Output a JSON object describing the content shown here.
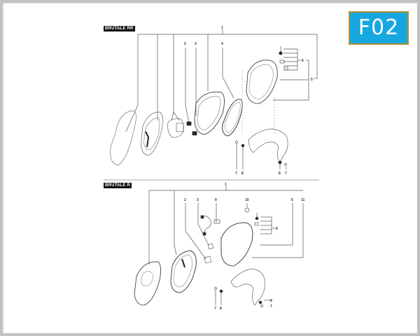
{
  "badge": {
    "code": "F02",
    "bg_color": "#17a7e0",
    "border_color": "#b8902e"
  },
  "sections": [
    {
      "title": "BRUTALE RR",
      "assembly_label": "1",
      "callouts": [
        "2",
        "3",
        "4",
        "5",
        "6",
        "7",
        "8",
        "8",
        "7"
      ]
    },
    {
      "title": "BRUTALE R",
      "assembly_label": "1",
      "callouts": [
        "2",
        "3",
        "9",
        "10",
        "5",
        "11",
        "6",
        "7",
        "8",
        "8",
        "7"
      ]
    }
  ],
  "labels": {
    "rr": {
      "n1": "1",
      "n2": "2",
      "n3": "3",
      "n4": "4",
      "n5": "5",
      "n6": "6",
      "n7a": "7",
      "n8a": "8",
      "n8b": "8",
      "n7b": "7"
    },
    "r": {
      "n1": "1",
      "n2": "2",
      "n3": "3",
      "n9": "9",
      "n10": "10",
      "n5": "5",
      "n11": "11",
      "n6": "6",
      "n7a": "7",
      "n8a": "8",
      "n8b": "8",
      "n7b": "7"
    }
  }
}
